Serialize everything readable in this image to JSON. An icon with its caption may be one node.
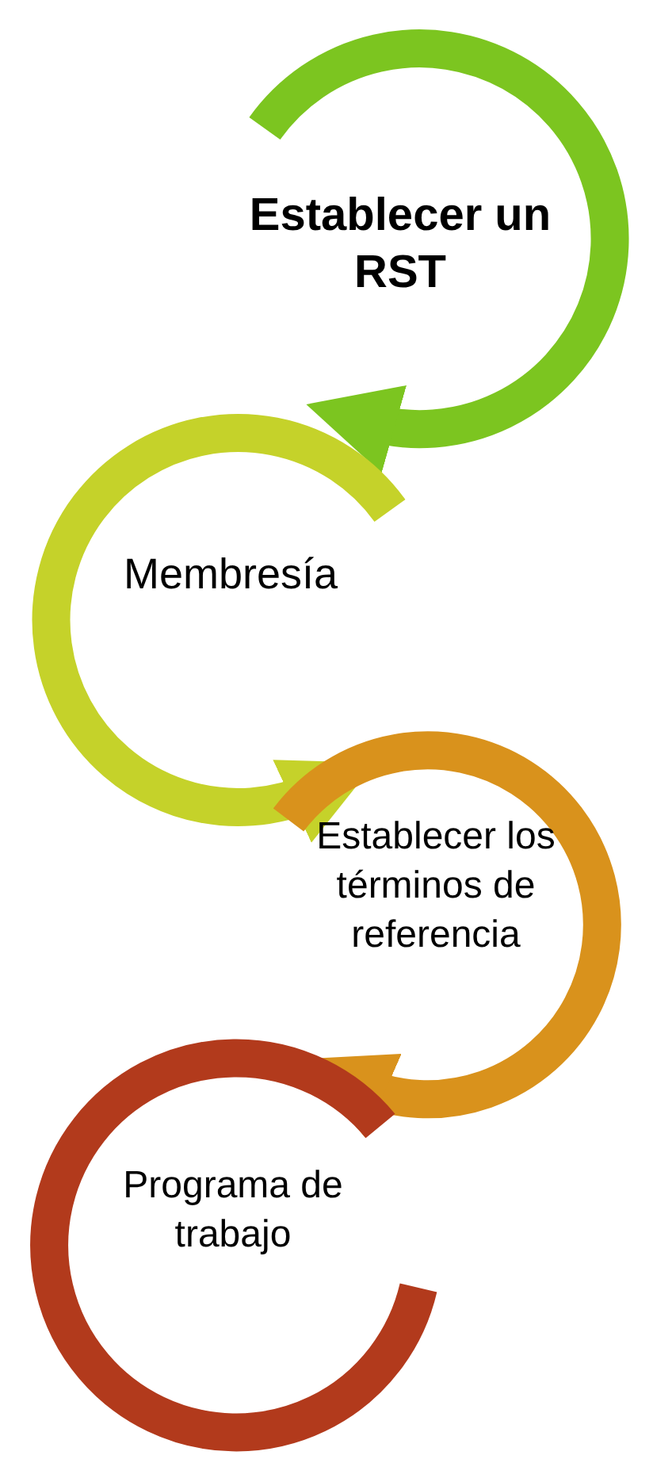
{
  "diagram": {
    "nodes": [
      {
        "text": [
          "Establecer un RST"
        ]
      },
      {
        "text": [
          "Membresía"
        ]
      },
      {
        "text": [
          "Establecer los términos de referencia"
        ]
      },
      {
        "text": [
          "Programa de trabajo"
        ]
      }
    ]
  }
}
